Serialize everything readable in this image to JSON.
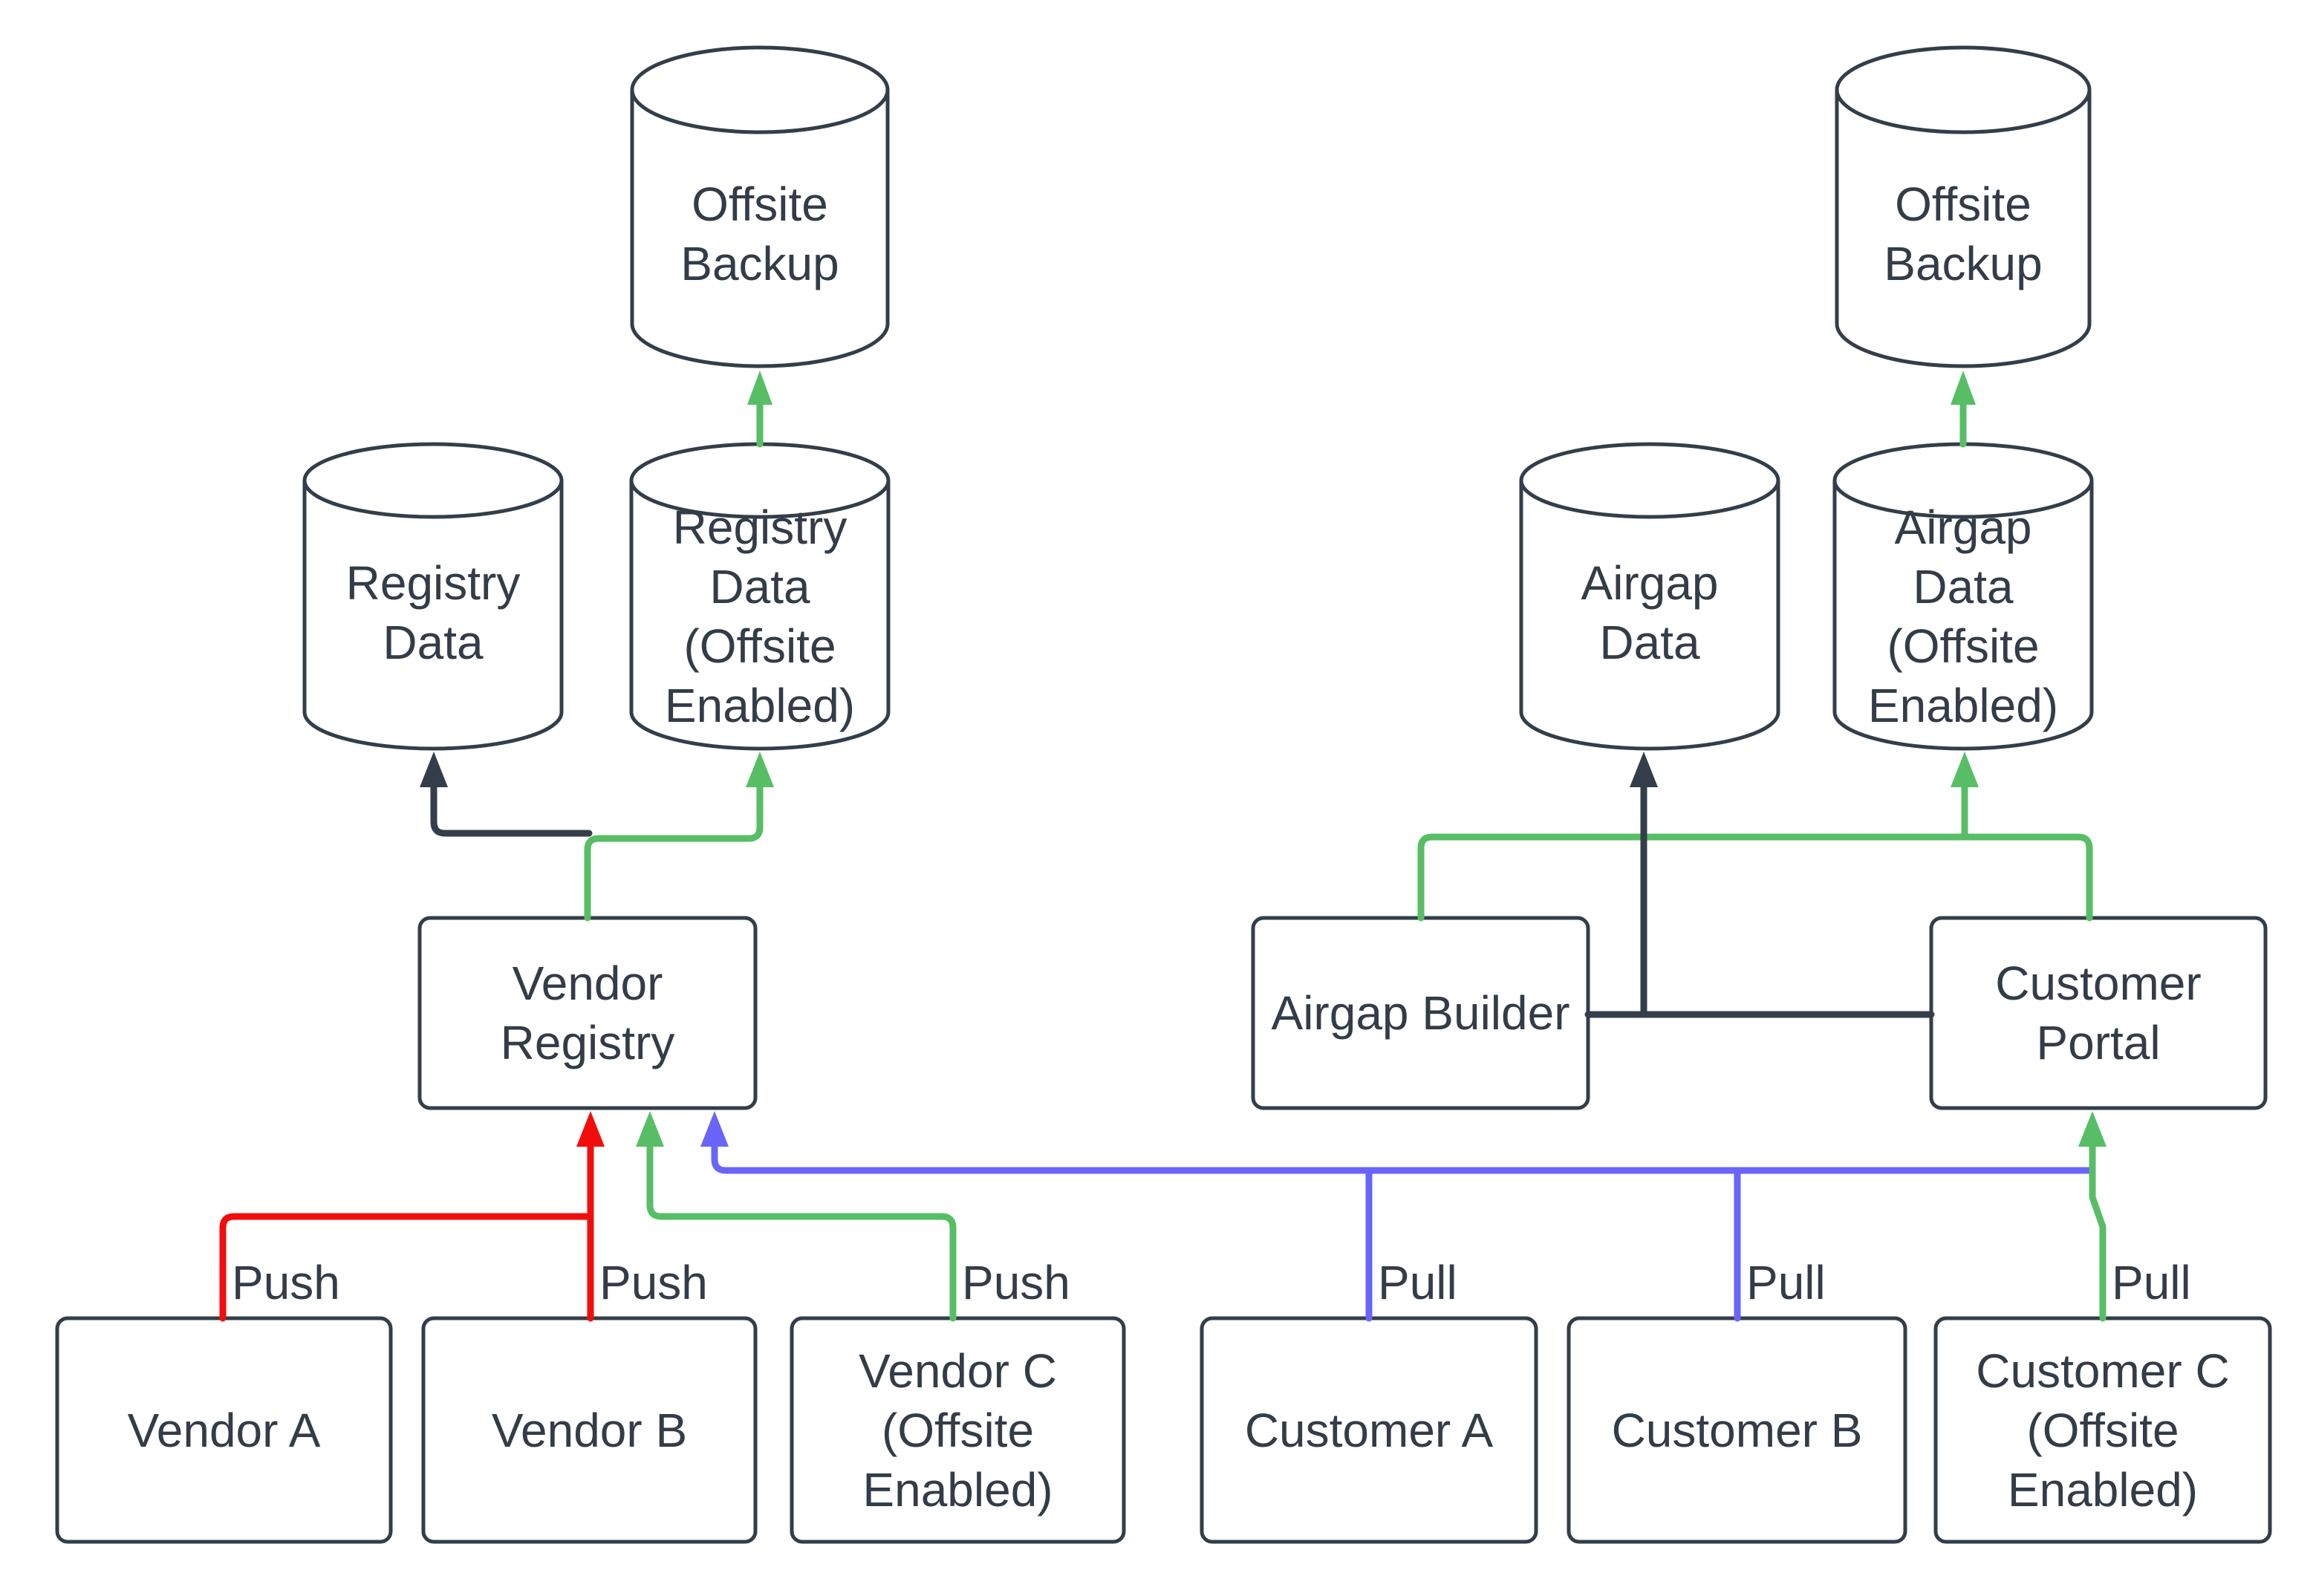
{
  "colors": {
    "edge-dark": "#343E4A",
    "edge-green": "#57BE66",
    "edge-red": "#F20D0D",
    "edge-blue": "#6964FA",
    "node-border": "#343E4A",
    "text": "#333C47",
    "bg": "#FFFFFF"
  },
  "nodes": {
    "offsite_backup_left": {
      "label": "Offsite Backup",
      "type": "cylinder"
    },
    "offsite_backup_right": {
      "label": "Offsite Backup",
      "type": "cylinder"
    },
    "registry_data": {
      "label": "Registry Data",
      "type": "cylinder"
    },
    "registry_data_offsite": {
      "label": "Registry Data (Offsite Enabled)",
      "type": "cylinder"
    },
    "airgap_data": {
      "label": "Airgap Data",
      "type": "cylinder"
    },
    "airgap_data_offsite": {
      "label": "Airgap Data (Offsite Enabled)",
      "type": "cylinder"
    },
    "vendor_registry": {
      "label": "Vendor Registry",
      "type": "box"
    },
    "airgap_builder": {
      "label": "Airgap Builder",
      "type": "box"
    },
    "customer_portal": {
      "label": "Customer Portal",
      "type": "box"
    },
    "vendor_a": {
      "label": "Vendor A",
      "type": "box"
    },
    "vendor_b": {
      "label": "Vendor B",
      "type": "box"
    },
    "vendor_c": {
      "label": "Vendor C (Offsite Enabled)",
      "type": "box"
    },
    "customer_a": {
      "label": "Customer A",
      "type": "box"
    },
    "customer_b": {
      "label": "Customer B",
      "type": "box"
    },
    "customer_c": {
      "label": "Customer C (Offsite Enabled)",
      "type": "box"
    }
  },
  "edge_labels": {
    "push": "Push",
    "pull": "Pull"
  },
  "edges": [
    {
      "from": "Vendor Registry",
      "to": "Registry Data",
      "color": "dark",
      "label": ""
    },
    {
      "from": "Vendor Registry",
      "to": "Registry Data (Offsite Enabled)",
      "color": "green",
      "label": ""
    },
    {
      "from": "Registry Data (Offsite Enabled)",
      "to": "Offsite Backup",
      "color": "green",
      "label": ""
    },
    {
      "from": "Vendor A",
      "to": "Vendor Registry",
      "color": "red",
      "label": "Push"
    },
    {
      "from": "Vendor B",
      "to": "Vendor Registry",
      "color": "red",
      "label": "Push"
    },
    {
      "from": "Vendor C (Offsite Enabled)",
      "to": "Vendor Registry",
      "color": "green",
      "label": "Push"
    },
    {
      "from": "Customer A",
      "to": "Vendor Registry",
      "color": "blue",
      "label": "Pull"
    },
    {
      "from": "Customer B",
      "to": "Vendor Registry",
      "color": "blue",
      "label": "Pull"
    },
    {
      "from": "Customer C (Offsite Enabled)",
      "to": "Customer Portal",
      "color": "green",
      "label": "Pull"
    },
    {
      "from": "Airgap Builder",
      "to": "Airgap Data",
      "color": "dark",
      "label": ""
    },
    {
      "from": "Customer Portal",
      "to": "Airgap Data",
      "color": "dark",
      "label": ""
    },
    {
      "from": "Airgap Builder",
      "to": "Airgap Data (Offsite Enabled)",
      "color": "green",
      "label": ""
    },
    {
      "from": "Customer Portal",
      "to": "Airgap Data (Offsite Enabled)",
      "color": "green",
      "label": ""
    },
    {
      "from": "Airgap Data (Offsite Enabled)",
      "to": "Offsite Backup",
      "color": "green",
      "label": ""
    }
  ]
}
